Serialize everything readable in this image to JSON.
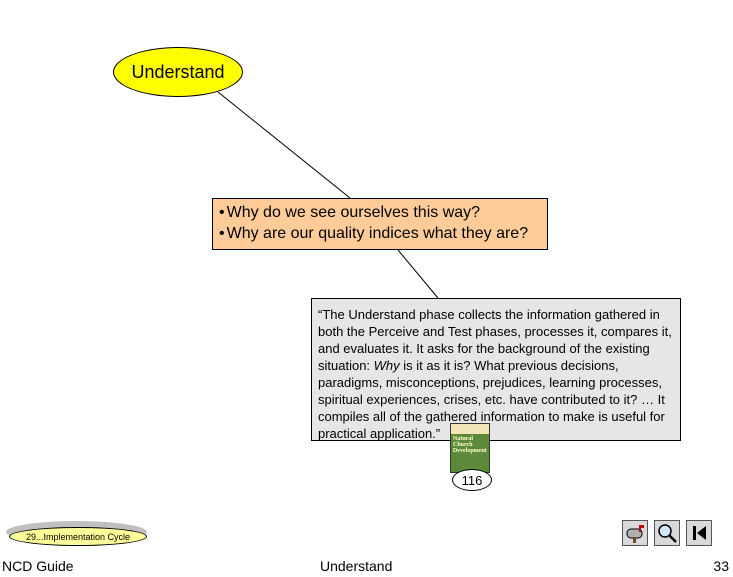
{
  "diagram": {
    "phase_label": "Understand",
    "questions": [
      "Why do we see ourselves this way?",
      "Why are our quality indices what they are?"
    ],
    "quote": {
      "part1": "“The Understand phase collects the information gathered in both the Perceive and Test phases, processes it, compares it, and evaluates it.  It asks for the background of the existing situation:  ",
      "emphasis": "Why",
      "part2": " is it as it is?  What previous decisions, paradigms, misconceptions, prejudices, learning processes, spiritual experiences, crises, etc. have contributed to it?  … It compiles all of the gathered information to make is useful for practical application.”"
    },
    "book": {
      "title_line1": "Natural",
      "title_line2": "Church",
      "title_line3": "Development"
    },
    "page_reference": "116"
  },
  "nav": {
    "back_link_label": "29...Implementation Cycle"
  },
  "footer": {
    "left": "NCD Guide",
    "center": "Understand",
    "page_number": "33"
  },
  "colors": {
    "ellipse": "#ffff00",
    "question_box": "#ffcc99",
    "quote_box": "#e6e6e6",
    "nav_pill": "#ffff99"
  },
  "icons": {
    "mailbox": "mailbox-icon",
    "search": "magnifier-icon",
    "first": "skip-to-start-icon"
  }
}
